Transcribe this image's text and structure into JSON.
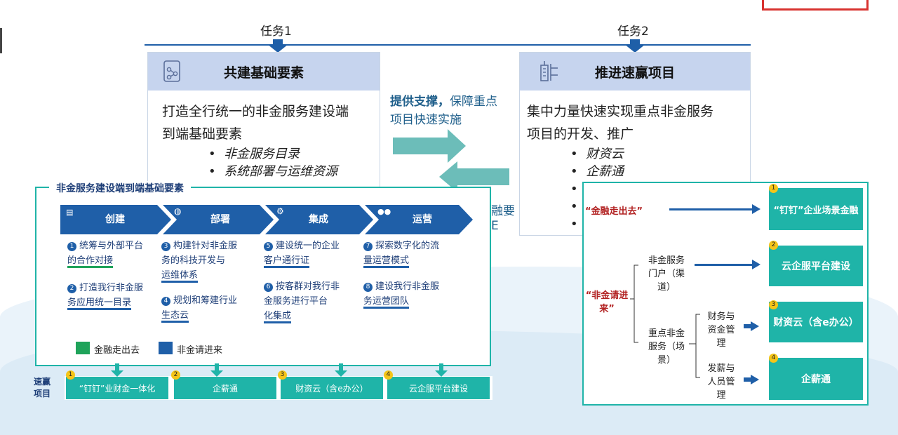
{
  "colors": {
    "accent_blue": "#1f5fa8",
    "teal": "#1fb4a8",
    "red_text": "#b22222",
    "header_bg": "#c6d4ee",
    "green": "#1fa35a"
  },
  "tasks": [
    {
      "label": "任务1"
    },
    {
      "label": "任务2"
    }
  ],
  "card_left": {
    "title": "共建基础要素",
    "text1": "打造全行统一的非金服务建设端",
    "text2": "到端基础要素",
    "bullets": [
      "非金服务目录",
      "系统部署与运维资源"
    ]
  },
  "card_right": {
    "title": "推进速赢项目",
    "text1": "集中力量快速实现重点非金服务",
    "text2": "项目的开发、推广",
    "bullets": [
      "财资云",
      "企薪通"
    ]
  },
  "middle": {
    "bold": "提供支撑，",
    "line1_rest": "保障重点",
    "line2": "项目快速实施",
    "partial1": "融要",
    "partial2": "E"
  },
  "left_panel": {
    "title": "非金服务建设端到端基础要素",
    "steps": [
      {
        "label": "创建",
        "icon": "clipboard-icon"
      },
      {
        "label": "部署",
        "icon": "globe-icon"
      },
      {
        "label": "集成",
        "icon": "network-icon"
      },
      {
        "label": "运营",
        "icon": "people-icon"
      }
    ],
    "items": {
      "c1_1a": "统筹与外部平台",
      "c1_1b": "的合作对接",
      "c1_2a": "打造我行非金服",
      "c1_2b": "务应用统一目录",
      "c2_3a": "构建针对非金服",
      "c2_3b": "务的科技开发与",
      "c2_3c": "运维体系",
      "c2_4a": "规划和筹建行业",
      "c2_4b": "生态云",
      "c3_5a": "建设统一的企业",
      "c3_5b": "客户通行证",
      "c3_6a": "按客群对我行非",
      "c3_6b": "金服务进行平台",
      "c3_6c": "化集成",
      "c4_7a": "探索数字化的流",
      "c4_7b": "量运营模式",
      "c4_8a": "建设我行非金服",
      "c4_8b": "务运营团队"
    },
    "nums": [
      "1",
      "2",
      "3",
      "4",
      "5",
      "6",
      "7",
      "8"
    ],
    "legend": [
      {
        "label": "金融走出去"
      },
      {
        "label": "非金请进来"
      }
    ],
    "quick_label_a": "速赢",
    "quick_label_b": "项目",
    "quick": [
      {
        "num": "1",
        "label": "“钉钉”业财金一体化"
      },
      {
        "num": "2",
        "label": "企薪通"
      },
      {
        "num": "3",
        "label": "财资云（含e办公）"
      },
      {
        "num": "4",
        "label": "云企服平台建设"
      }
    ]
  },
  "right_panel": {
    "out_a": "“金融走出去”",
    "in_a": "“非金请进",
    "in_b": "来”",
    "portal": [
      "非金服务",
      "门户（渠",
      "道）"
    ],
    "key": [
      "重点非金",
      "服务（场",
      "景）"
    ],
    "fin": [
      "财务与",
      "资金管",
      "理"
    ],
    "hr": [
      "发薪与",
      "人员管",
      "理"
    ],
    "boxes": [
      {
        "num": "1",
        "label": "“钉钉”企业场景金融"
      },
      {
        "num": "2",
        "label": "云企服平台建设"
      },
      {
        "num": "3",
        "label": "财资云（含e办公）"
      },
      {
        "num": "4",
        "label": "企薪通"
      }
    ]
  }
}
